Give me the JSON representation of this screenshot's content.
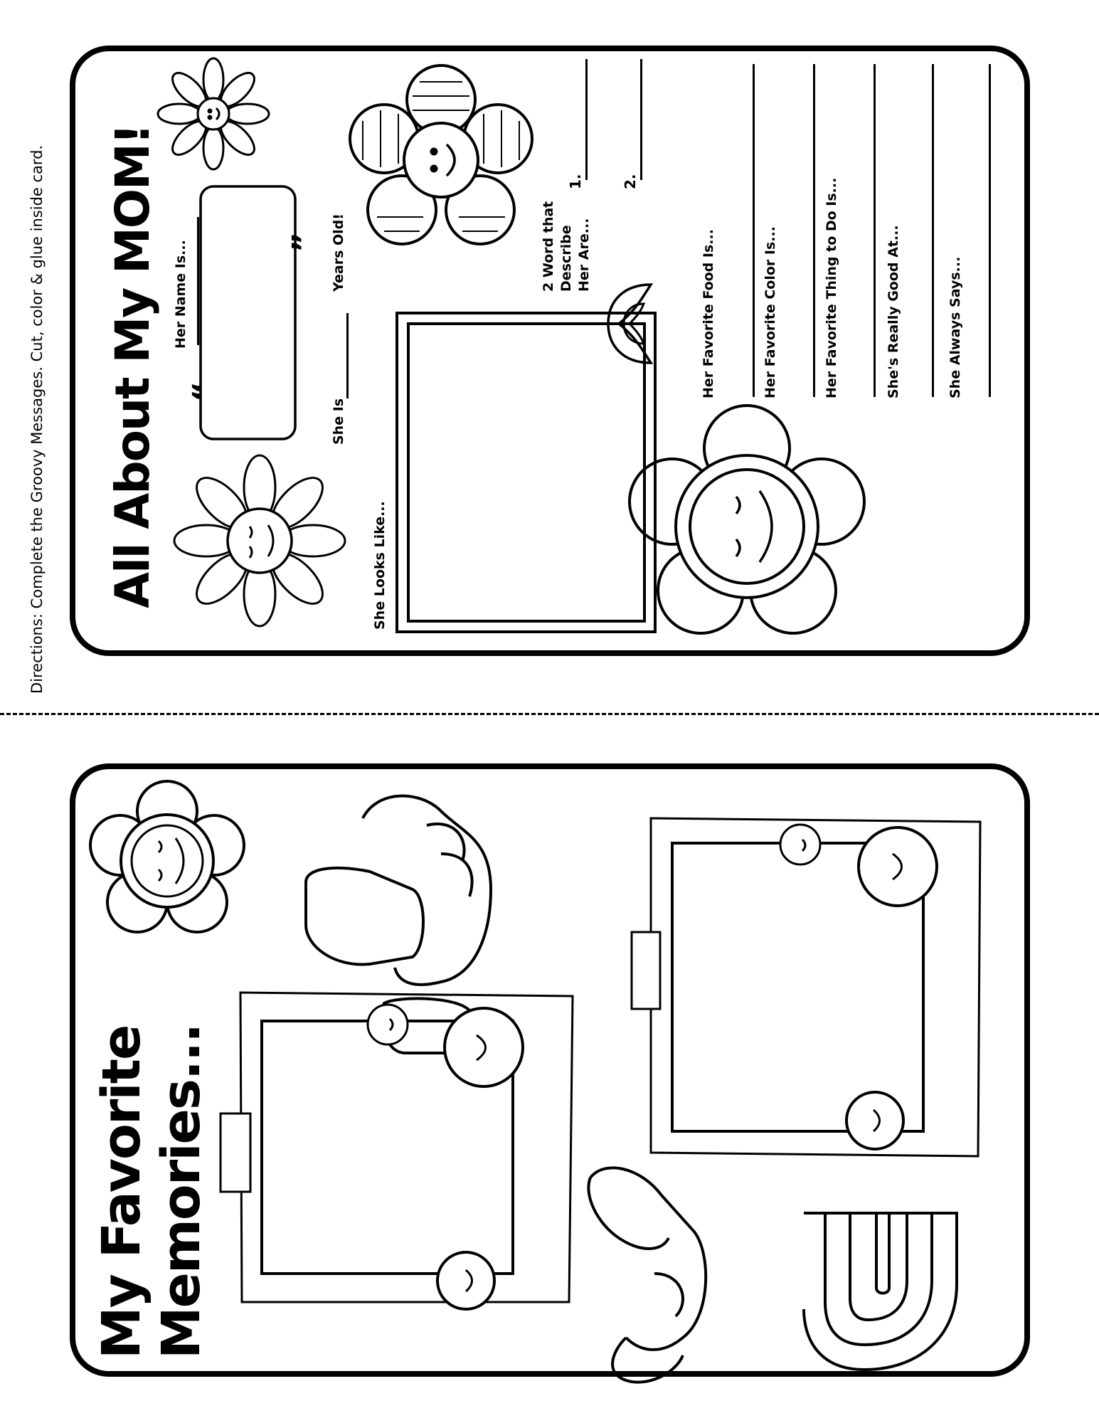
{
  "directions": "Directions: Complete the Groovy Messages. Cut, color & glue inside card.",
  "card_top": {
    "title": "All About My MOM!",
    "name_label": "Her Name Is...",
    "age_prefix": "She Is",
    "age_suffix": "Years Old!",
    "open_quote": "“",
    "close_quote": "”",
    "looks_label": "She Looks Like...",
    "words_label_1": "2 Word that",
    "words_label_2": "Describe",
    "words_label_3": "Her Are...",
    "word_1": "1.",
    "word_2": "2.",
    "food_label": "Her Favorite Food Is...",
    "color_label": "Her Favorite Color Is...",
    "thing_label": "Her Favorite Thing to Do Is...",
    "good_label": "She's Really Good At...",
    "says_label": "She Always Says..."
  },
  "card_bottom": {
    "title_line_1": "My Favorite",
    "title_line_2": "Memories..."
  }
}
